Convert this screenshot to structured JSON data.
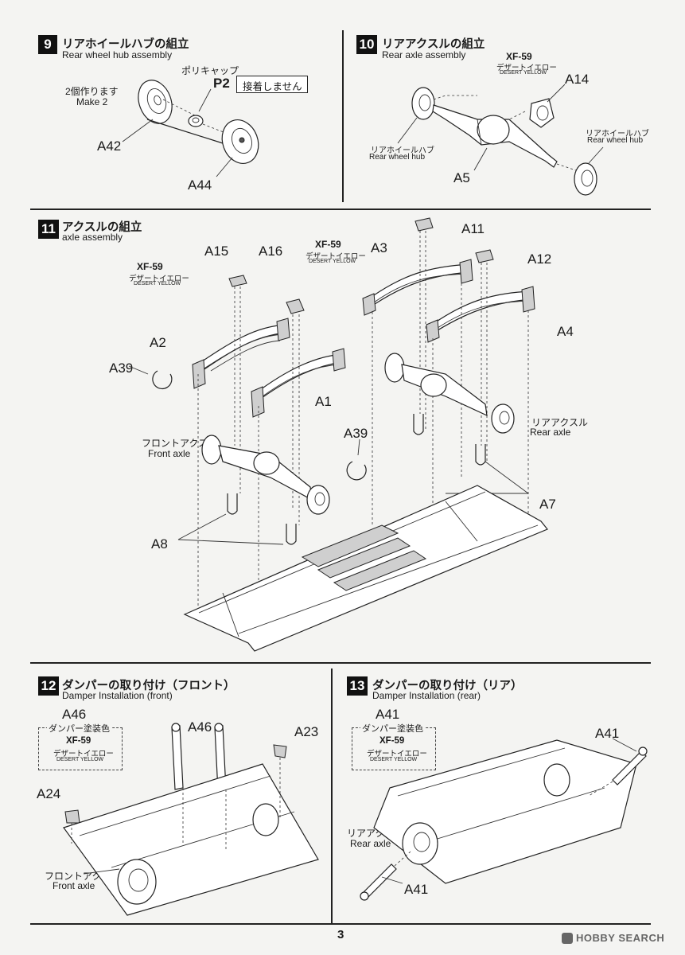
{
  "page_number": "3",
  "watermark": "HOBBY SEARCH",
  "steps": {
    "s9": {
      "number": "9",
      "title_jp": "リアホイールハブの組立",
      "title_en": "Rear wheel hub assembly",
      "make_jp": "2個作ります",
      "make_en": "Make 2",
      "cap_jp": "ポリキャップ",
      "cap_part": "P2",
      "no_glue": "接着しません",
      "parts": [
        "A42",
        "A44"
      ]
    },
    "s10": {
      "number": "10",
      "title_jp": "リアアクスルの組立",
      "title_en": "Rear axle assembly",
      "paint_code": "XF-59",
      "paint_jp": "デザートイエロー",
      "paint_en": "DESERT YELLOW",
      "hub_jp": "リアホイールハブ",
      "hub_en": "Rear wheel hub",
      "parts": [
        "A14",
        "A5"
      ]
    },
    "s11": {
      "number": "11",
      "title_jp": "アクスルの組立",
      "title_en": "axle assembly",
      "paint_code": "XF-59",
      "paint_jp": "デザートイエロー",
      "paint_en": "DESERT YELLOW",
      "front_axle_jp": "フロントアクスル",
      "front_axle_en": "Front axle",
      "rear_axle_jp": "リアアクスル",
      "rear_axle_en": "Rear axle",
      "parts": [
        "A15",
        "A16",
        "A3",
        "A11",
        "A12",
        "A2",
        "A4",
        "A39",
        "A1",
        "A39",
        "A7",
        "A8"
      ]
    },
    "s12": {
      "number": "12",
      "title_jp": "ダンパーの取り付け（フロント）",
      "title_en": "Damper Installation (front)",
      "damper_paint_jp": "ダンパー塗装色",
      "paint_code": "XF-59",
      "paint_jp": "デザートイエロー",
      "paint_en": "DESERT YELLOW",
      "front_axle_jp": "フロントアクスル",
      "front_axle_en": "Front axle",
      "parts": [
        "A46",
        "A46",
        "A23",
        "A24"
      ]
    },
    "s13": {
      "number": "13",
      "title_jp": "ダンパーの取り付け（リア）",
      "title_en": "Damper Installation (rear)",
      "damper_paint_jp": "ダンパー塗装色",
      "paint_code": "XF-59",
      "paint_jp": "デザートイエロー",
      "paint_en": "DESERT YELLOW",
      "rear_axle_jp": "リアアクスル",
      "rear_axle_en": "Rear axle",
      "parts": [
        "A41",
        "A41",
        "A41"
      ]
    }
  }
}
